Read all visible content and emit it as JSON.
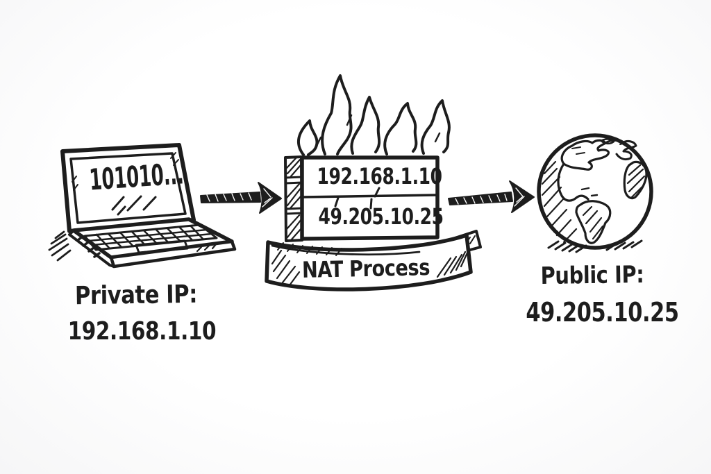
{
  "colors": {
    "background": "#fbfbfb",
    "ink": "#1d1d1d"
  },
  "laptop": {
    "screen_text": "101010...",
    "label_title": "Private IP:",
    "label_ip": "192.168.1.10"
  },
  "nat_box": {
    "row1_private_ip": "192.168.1.10",
    "row2_public_ip": "49.205.10.25"
  },
  "banner": {
    "label": "NAT Process"
  },
  "globe": {
    "label_title": "Public IP:",
    "label_ip": "49.205.10.25"
  }
}
